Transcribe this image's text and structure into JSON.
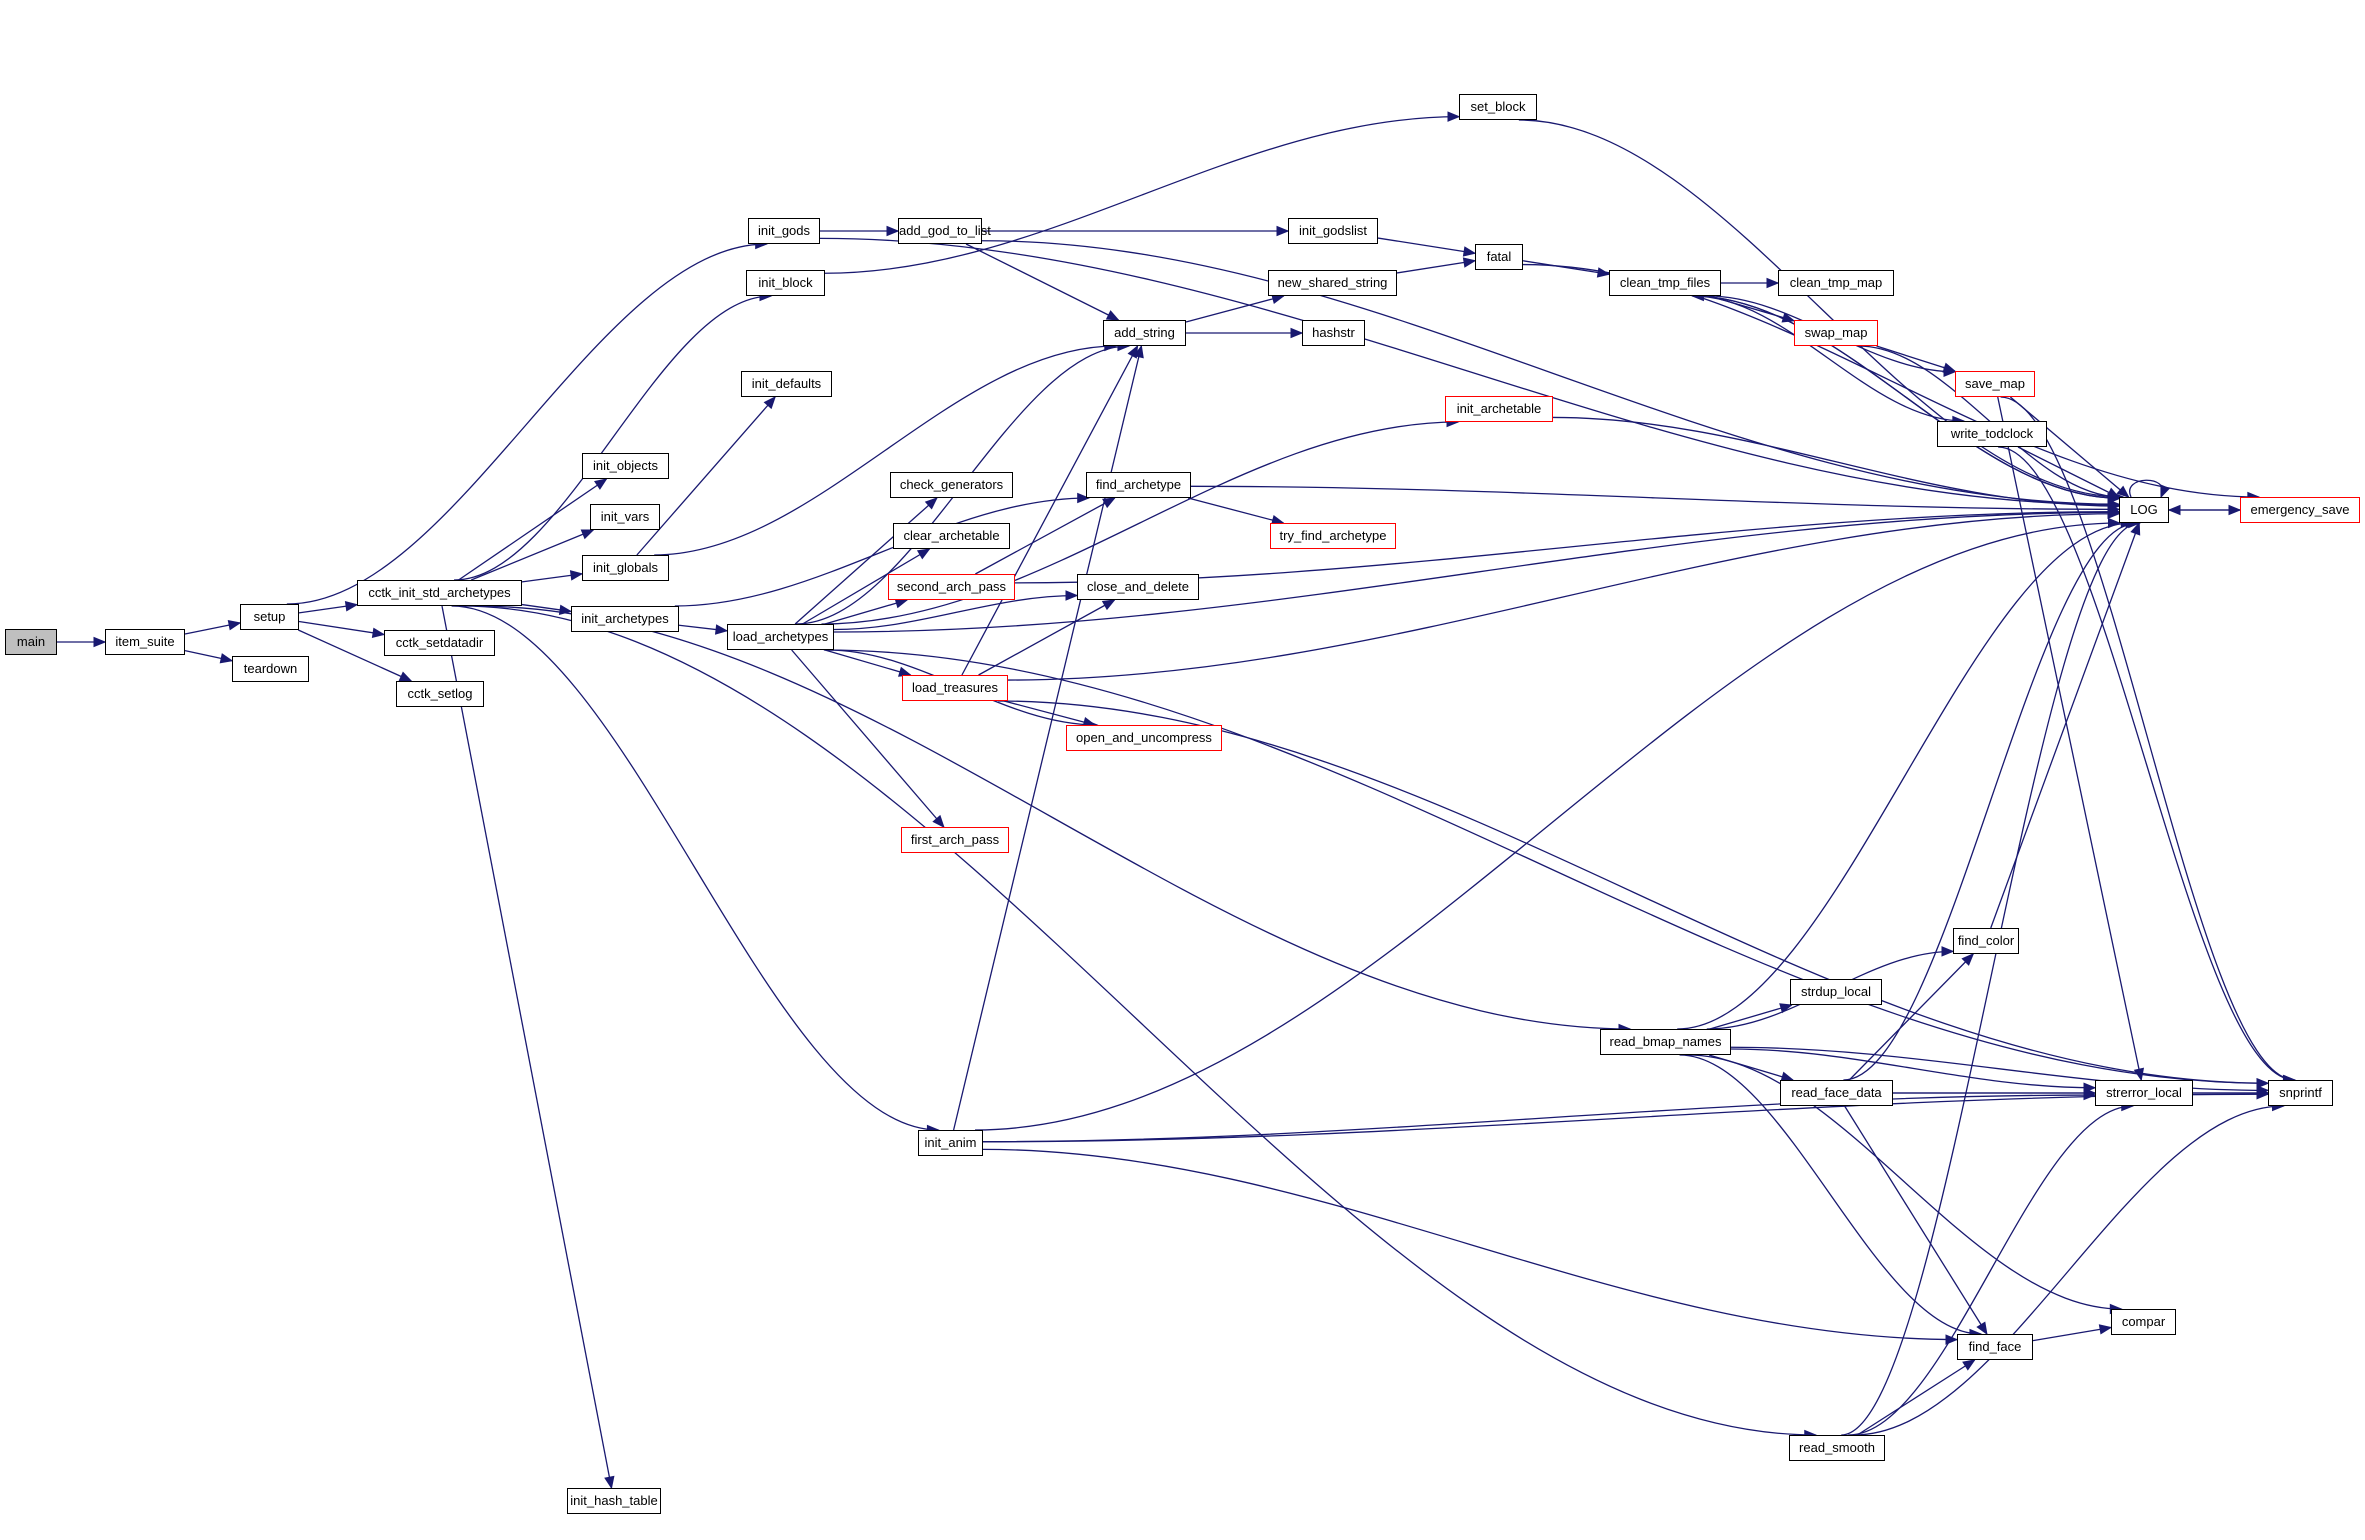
{
  "title": "Call graph for main",
  "colors": {
    "edge": "#191970",
    "node_border": "#000000",
    "truncated_border": "#ff0000",
    "root_fill": "#bfbfbf"
  },
  "nodes": [
    {
      "id": "main",
      "label": "main",
      "style": "root"
    },
    {
      "id": "item_suite",
      "label": "item_suite",
      "style": "normal"
    },
    {
      "id": "setup",
      "label": "setup",
      "style": "normal"
    },
    {
      "id": "teardown",
      "label": "teardown",
      "style": "normal"
    },
    {
      "id": "cctk_init_std_archetypes",
      "label": "cctk_init_std_archetypes",
      "style": "normal"
    },
    {
      "id": "cctk_setdatadir",
      "label": "cctk_setdatadir",
      "style": "normal"
    },
    {
      "id": "cctk_setlog",
      "label": "cctk_setlog",
      "style": "normal"
    },
    {
      "id": "init_gods",
      "label": "init_gods",
      "style": "normal"
    },
    {
      "id": "init_block",
      "label": "init_block",
      "style": "normal"
    },
    {
      "id": "init_defaults",
      "label": "init_defaults",
      "style": "normal"
    },
    {
      "id": "init_objects",
      "label": "init_objects",
      "style": "normal"
    },
    {
      "id": "init_vars",
      "label": "init_vars",
      "style": "normal"
    },
    {
      "id": "init_globals",
      "label": "init_globals",
      "style": "normal"
    },
    {
      "id": "init_archetypes",
      "label": "init_archetypes",
      "style": "normal"
    },
    {
      "id": "init_anim",
      "label": "init_anim",
      "style": "normal"
    },
    {
      "id": "init_hash_table",
      "label": "init_hash_table",
      "style": "normal"
    },
    {
      "id": "add_god_to_list",
      "label": "add_god_to_list",
      "style": "normal"
    },
    {
      "id": "set_block",
      "label": "set_block",
      "style": "normal"
    },
    {
      "id": "init_godslist",
      "label": "init_godslist",
      "style": "normal"
    },
    {
      "id": "add_string",
      "label": "add_string",
      "style": "normal"
    },
    {
      "id": "new_shared_string",
      "label": "new_shared_string",
      "style": "normal"
    },
    {
      "id": "hashstr",
      "label": "hashstr",
      "style": "normal"
    },
    {
      "id": "fatal",
      "label": "fatal",
      "style": "normal"
    },
    {
      "id": "clean_tmp_files",
      "label": "clean_tmp_files",
      "style": "normal"
    },
    {
      "id": "clean_tmp_map",
      "label": "clean_tmp_map",
      "style": "normal"
    },
    {
      "id": "swap_map",
      "label": "swap_map",
      "style": "truncated"
    },
    {
      "id": "save_map",
      "label": "save_map",
      "style": "truncated"
    },
    {
      "id": "write_todclock",
      "label": "write_todclock",
      "style": "normal"
    },
    {
      "id": "init_archetable",
      "label": "init_archetable",
      "style": "truncated"
    },
    {
      "id": "LOG",
      "label": "LOG",
      "style": "normal"
    },
    {
      "id": "emergency_save",
      "label": "emergency_save",
      "style": "truncated"
    },
    {
      "id": "load_archetypes",
      "label": "load_archetypes",
      "style": "normal"
    },
    {
      "id": "check_generators",
      "label": "check_generators",
      "style": "normal"
    },
    {
      "id": "clear_archetable",
      "label": "clear_archetable",
      "style": "normal"
    },
    {
      "id": "second_arch_pass",
      "label": "second_arch_pass",
      "style": "truncated"
    },
    {
      "id": "find_archetype",
      "label": "find_archetype",
      "style": "normal"
    },
    {
      "id": "try_find_archetype",
      "label": "try_find_archetype",
      "style": "truncated"
    },
    {
      "id": "close_and_delete",
      "label": "close_and_delete",
      "style": "normal"
    },
    {
      "id": "load_treasures",
      "label": "load_treasures",
      "style": "truncated"
    },
    {
      "id": "open_and_uncompress",
      "label": "open_and_uncompress",
      "style": "truncated"
    },
    {
      "id": "first_arch_pass",
      "label": "first_arch_pass",
      "style": "truncated"
    },
    {
      "id": "find_color",
      "label": "find_color",
      "style": "normal"
    },
    {
      "id": "strdup_local",
      "label": "strdup_local",
      "style": "normal"
    },
    {
      "id": "read_bmap_names",
      "label": "read_bmap_names",
      "style": "normal"
    },
    {
      "id": "read_face_data",
      "label": "read_face_data",
      "style": "normal"
    },
    {
      "id": "strerror_local",
      "label": "strerror_local",
      "style": "normal"
    },
    {
      "id": "snprintf",
      "label": "snprintf",
      "style": "normal"
    },
    {
      "id": "compar",
      "label": "compar",
      "style": "normal"
    },
    {
      "id": "find_face",
      "label": "find_face",
      "style": "normal"
    },
    {
      "id": "read_smooth",
      "label": "read_smooth",
      "style": "normal"
    }
  ],
  "edges": [
    [
      "main",
      "item_suite"
    ],
    [
      "item_suite",
      "setup"
    ],
    [
      "item_suite",
      "teardown"
    ],
    [
      "setup",
      "init_gods"
    ],
    [
      "setup",
      "cctk_init_std_archetypes"
    ],
    [
      "setup",
      "cctk_setdatadir"
    ],
    [
      "setup",
      "cctk_setlog"
    ],
    [
      "cctk_init_std_archetypes",
      "init_block"
    ],
    [
      "cctk_init_std_archetypes",
      "init_objects"
    ],
    [
      "cctk_init_std_archetypes",
      "init_vars"
    ],
    [
      "cctk_init_std_archetypes",
      "init_globals"
    ],
    [
      "cctk_init_std_archetypes",
      "init_archetypes"
    ],
    [
      "cctk_init_std_archetypes",
      "init_anim"
    ],
    [
      "cctk_init_std_archetypes",
      "init_hash_table"
    ],
    [
      "cctk_init_std_archetypes",
      "read_bmap_names"
    ],
    [
      "cctk_init_std_archetypes",
      "read_smooth"
    ],
    [
      "init_gods",
      "add_god_to_list"
    ],
    [
      "init_gods",
      "LOG"
    ],
    [
      "init_block",
      "set_block"
    ],
    [
      "init_globals",
      "init_defaults"
    ],
    [
      "init_globals",
      "add_string"
    ],
    [
      "init_archetypes",
      "load_archetypes"
    ],
    [
      "init_archetypes",
      "find_archetype"
    ],
    [
      "add_god_to_list",
      "init_godslist"
    ],
    [
      "add_god_to_list",
      "add_string"
    ],
    [
      "add_god_to_list",
      "LOG"
    ],
    [
      "set_block",
      "LOG"
    ],
    [
      "init_godslist",
      "fatal"
    ],
    [
      "add_string",
      "new_shared_string"
    ],
    [
      "add_string",
      "hashstr"
    ],
    [
      "new_shared_string",
      "fatal"
    ],
    [
      "fatal",
      "clean_tmp_files"
    ],
    [
      "fatal",
      "emergency_save"
    ],
    [
      "clean_tmp_files",
      "clean_tmp_map"
    ],
    [
      "clean_tmp_files",
      "swap_map"
    ],
    [
      "clean_tmp_files",
      "save_map"
    ],
    [
      "clean_tmp_files",
      "write_todclock"
    ],
    [
      "clean_tmp_files",
      "LOG"
    ],
    [
      "swap_map",
      "save_map"
    ],
    [
      "swap_map",
      "LOG"
    ],
    [
      "save_map",
      "LOG"
    ],
    [
      "save_map",
      "snprintf"
    ],
    [
      "save_map",
      "strerror_local"
    ],
    [
      "write_todclock",
      "LOG"
    ],
    [
      "write_todclock",
      "snprintf"
    ],
    [
      "init_archetable",
      "LOG"
    ],
    [
      "LOG",
      "LOG"
    ],
    [
      "LOG",
      "emergency_save"
    ],
    [
      "LOG",
      "clean_tmp_files"
    ],
    [
      "emergency_save",
      "LOG"
    ],
    [
      "load_archetypes",
      "check_generators"
    ],
    [
      "load_archetypes",
      "clear_archetable"
    ],
    [
      "load_archetypes",
      "second_arch_pass"
    ],
    [
      "load_archetypes",
      "close_and_delete"
    ],
    [
      "load_archetypes",
      "load_treasures"
    ],
    [
      "load_archetypes",
      "open_and_uncompress"
    ],
    [
      "load_archetypes",
      "first_arch_pass"
    ],
    [
      "load_archetypes",
      "init_archetable"
    ],
    [
      "load_archetypes",
      "add_string"
    ],
    [
      "load_archetypes",
      "LOG"
    ],
    [
      "load_archetypes",
      "snprintf"
    ],
    [
      "second_arch_pass",
      "find_archetype"
    ],
    [
      "second_arch_pass",
      "LOG"
    ],
    [
      "find_archetype",
      "try_find_archetype"
    ],
    [
      "find_archetype",
      "LOG"
    ],
    [
      "load_treasures",
      "close_and_delete"
    ],
    [
      "load_treasures",
      "open_and_uncompress"
    ],
    [
      "load_treasures",
      "add_string"
    ],
    [
      "load_treasures",
      "LOG"
    ],
    [
      "load_treasures",
      "snprintf"
    ],
    [
      "init_anim",
      "add_string"
    ],
    [
      "init_anim",
      "LOG"
    ],
    [
      "init_anim",
      "strerror_local"
    ],
    [
      "init_anim",
      "find_face"
    ],
    [
      "init_anim",
      "snprintf"
    ],
    [
      "read_bmap_names",
      "find_color"
    ],
    [
      "read_bmap_names",
      "strdup_local"
    ],
    [
      "read_bmap_names",
      "read_face_data"
    ],
    [
      "read_bmap_names",
      "strerror_local"
    ],
    [
      "read_bmap_names",
      "snprintf"
    ],
    [
      "read_bmap_names",
      "LOG"
    ],
    [
      "read_bmap_names",
      "find_face"
    ],
    [
      "read_bmap_names",
      "compar"
    ],
    [
      "read_face_data",
      "find_color"
    ],
    [
      "read_face_data",
      "strerror_local"
    ],
    [
      "read_face_data",
      "snprintf"
    ],
    [
      "read_face_data",
      "LOG"
    ],
    [
      "read_face_data",
      "find_face"
    ],
    [
      "find_color",
      "LOG"
    ],
    [
      "strerror_local",
      "snprintf"
    ],
    [
      "find_face",
      "compar"
    ],
    [
      "read_smooth",
      "find_face"
    ],
    [
      "read_smooth",
      "LOG"
    ],
    [
      "read_smooth",
      "strerror_local"
    ],
    [
      "read_smooth",
      "snprintf"
    ]
  ]
}
